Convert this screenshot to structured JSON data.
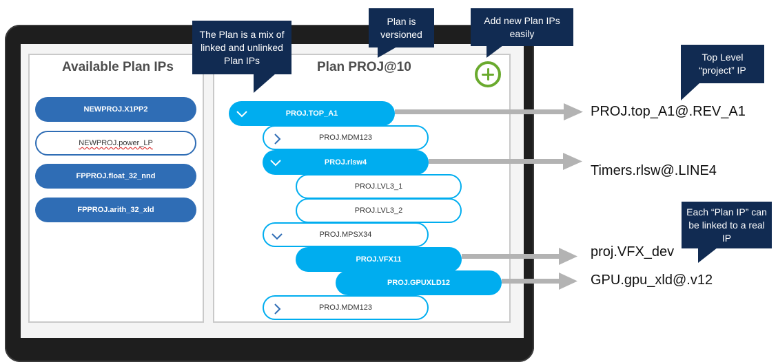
{
  "left_panel": {
    "title": "Available Plan IPs",
    "items": [
      {
        "label": "NEWPROJ.X1PP2",
        "style": "filled"
      },
      {
        "label": "NEWPROJ.power_LP",
        "style": "outline"
      },
      {
        "label": "FPPROJ.float_32_nnd",
        "style": "filled"
      },
      {
        "label": "FPPROJ.arith_32_xld",
        "style": "filled"
      }
    ]
  },
  "right_panel": {
    "title": "Plan PROJ@10",
    "add_icon": "plus-circle-icon",
    "tree": [
      {
        "label": "PROJ.TOP_A1",
        "linked": true,
        "expander": "chevron-down-icon"
      },
      {
        "label": "PROJ.MDM123",
        "linked": false,
        "expander": "chevron-right-icon"
      },
      {
        "label": "PROJ.rlsw4",
        "linked": true,
        "expander": "chevron-down-icon"
      },
      {
        "label": "PROJ.LVL3_1",
        "linked": false,
        "expander": ""
      },
      {
        "label": "PROJ.LVL3_2",
        "linked": false,
        "expander": ""
      },
      {
        "label": "PROJ.MPSX34",
        "linked": false,
        "expander": "chevron-down-icon"
      },
      {
        "label": "PROJ.VFX11",
        "linked": true,
        "expander": ""
      },
      {
        "label": "PROJ.GPUXLD12",
        "linked": true,
        "expander": ""
      },
      {
        "label": "PROJ.MDM123",
        "linked": false,
        "expander": "chevron-right-icon"
      }
    ]
  },
  "callouts": {
    "mix": "The Plan is a mix of linked and unlinked Plan IPs",
    "versioned": "Plan is versioned",
    "add_new": "Add new Plan IPs easily",
    "top_level": "Top Level “project” IP",
    "each_plan_ip": "Each “Plan IP” can be linked to a real IP"
  },
  "real_ips": {
    "top": "PROJ.top_A1@.REV_A1",
    "rlsw": "Timers.rlsw@.LINE4",
    "vfx": "proj.VFX_dev",
    "gpu": "GPU.gpu_xld@.v12"
  },
  "colors": {
    "dark_blue": "#2f6db5",
    "light_blue": "#00adef",
    "callout_navy": "#112b52",
    "add_green": "#6aaa2e",
    "arrow_gray": "#b3b3b3"
  }
}
